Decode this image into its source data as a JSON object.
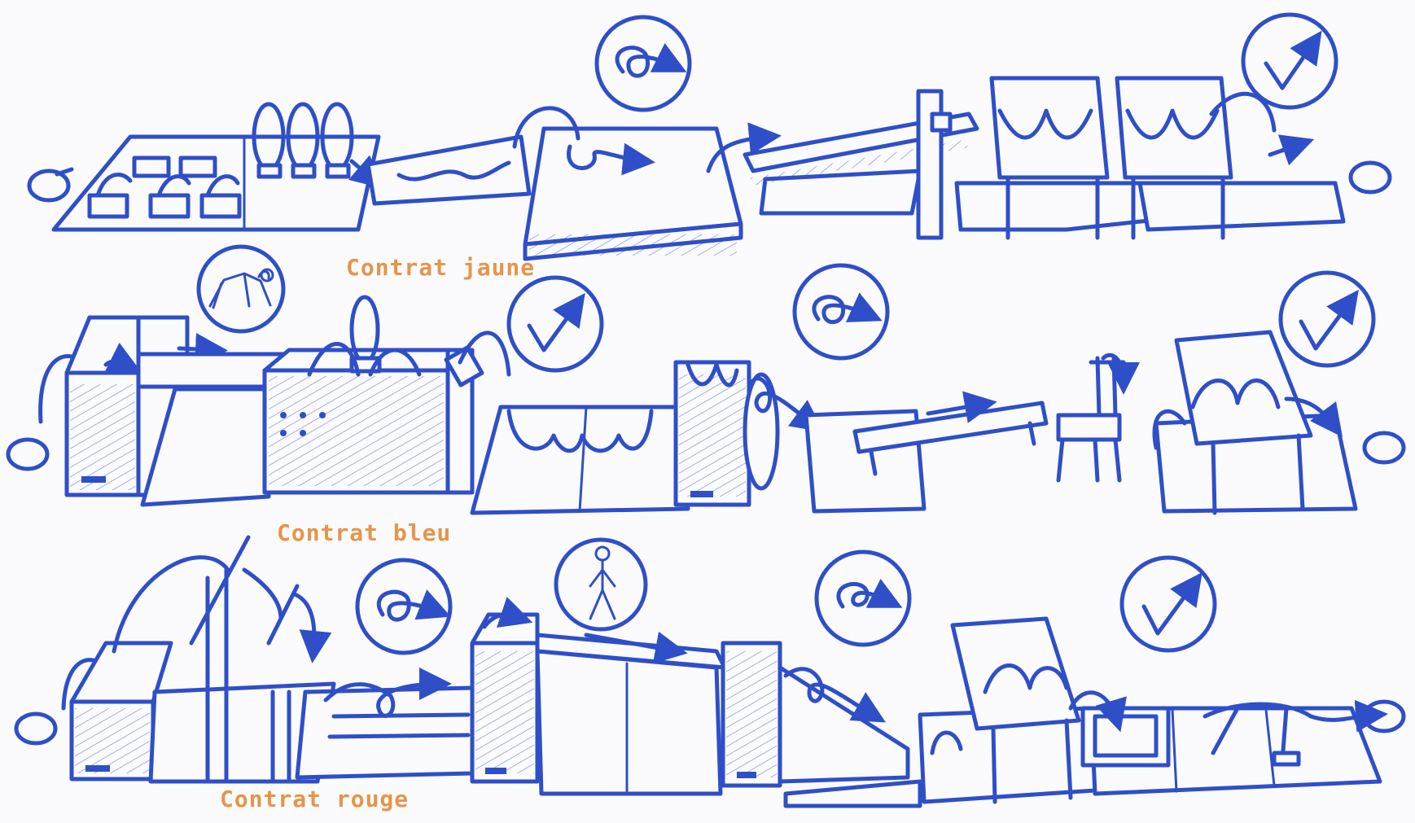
{
  "colors": {
    "ink": "#2f4fc8",
    "label": "#e6954a",
    "background": "#fbfbfd"
  },
  "rows": [
    {
      "label": "Contrat jaune",
      "signs": [
        "loop-arrow-icon",
        "check-arrow-icon"
      ]
    },
    {
      "label": "Contrat bleu",
      "signs": [
        "crawling-child-icon",
        "check-arrow-icon",
        "loop-arrow-icon",
        "check-arrow-icon"
      ]
    },
    {
      "label": "Contrat rouge",
      "signs": [
        "loop-arrow-icon",
        "walking-figure-icon",
        "spiral-arrow-icon",
        "check-arrow-icon"
      ]
    }
  ]
}
